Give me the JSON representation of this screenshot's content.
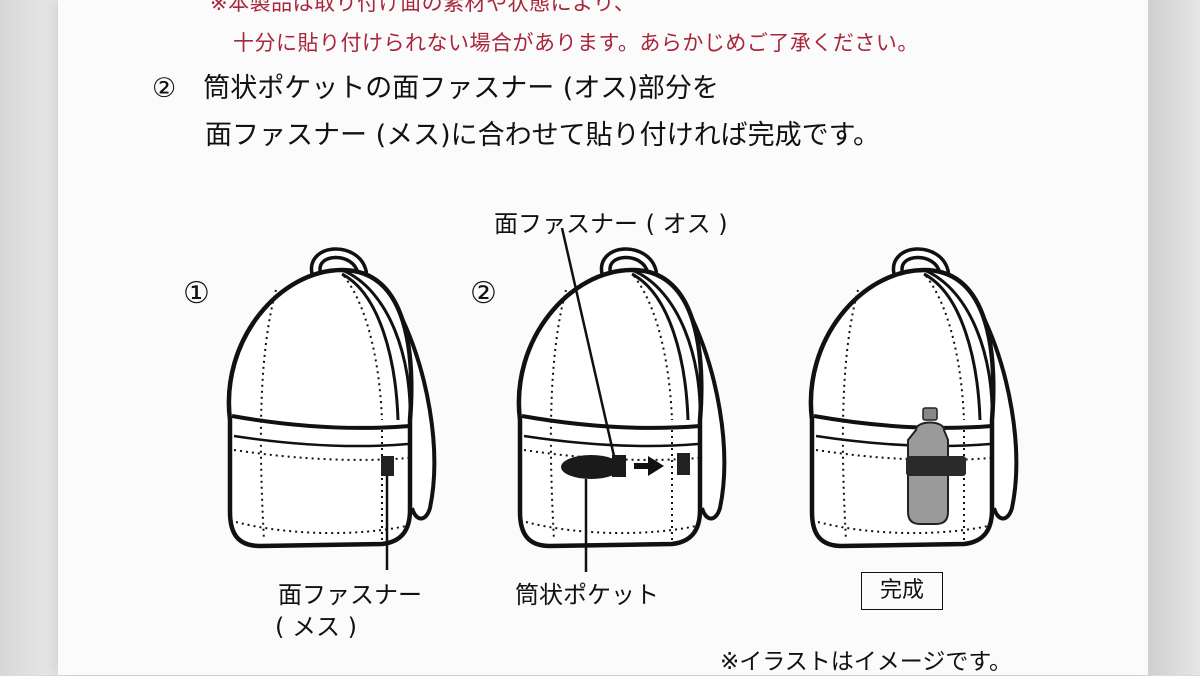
{
  "notice": {
    "line1_partial": "※本製品は取り付け面の素材や状態により、",
    "line2": "十分に貼り付けられない場合があります。あらかじめご了承ください。"
  },
  "step2": {
    "line1": "②　筒状ポケットの面ファスナー (オス)部分を",
    "line2": "面ファスナー (メス)に合わせて貼り付ければ完成です。"
  },
  "figures": {
    "fig1_number": "①",
    "fig2_number": "②",
    "label_male_fastener": "面ファスナー ( オス )",
    "label_female_fastener_1": "面ファスナー",
    "label_female_fastener_2": "( メス )",
    "label_tube_pocket": "筒状ポケット",
    "label_complete": "完成"
  },
  "footnote": "※イラストはイメージです。"
}
